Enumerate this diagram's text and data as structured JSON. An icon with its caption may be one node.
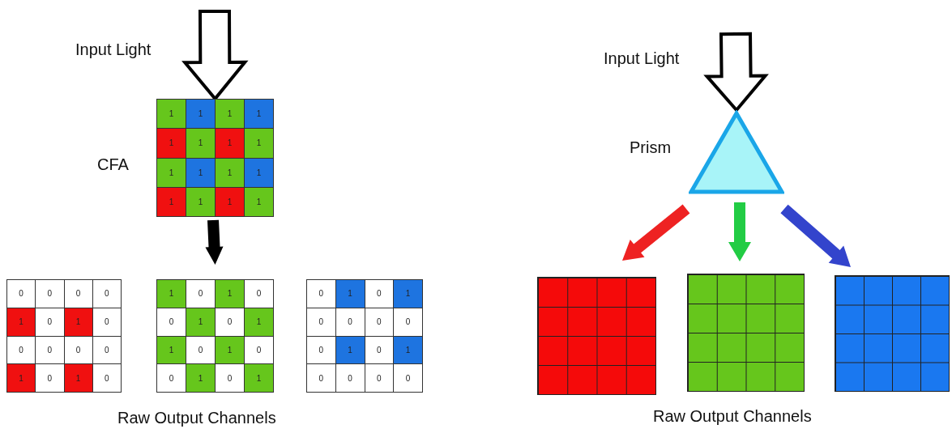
{
  "diagram": {
    "nodes": [
      {
        "text": [
          "1",
          "1",
          "1",
          "1",
          "1",
          "1",
          "1",
          "1",
          "1",
          "1",
          "1",
          "1",
          "1",
          "1",
          "1",
          "1"
        ],
        "beside": [
          "CFA"
        ]
      },
      {
        "text": [
          "0",
          "0",
          "0",
          "0",
          "1",
          "0",
          "1",
          "0",
          "0",
          "0",
          "0",
          "0",
          "1",
          "0",
          "1",
          "0"
        ]
      },
      {
        "text": [
          "1",
          "0",
          "1",
          "0",
          "0",
          "1",
          "0",
          "1",
          "1",
          "0",
          "1",
          "0",
          "0",
          "1",
          "0",
          "1"
        ]
      },
      {
        "text": [
          "0",
          "1",
          "0",
          "1",
          "0",
          "0",
          "0",
          "0",
          "0",
          "1",
          "0",
          "1",
          "0",
          "0",
          "0",
          "0"
        ]
      },
      {
        "text": [],
        "shape": "triangle",
        "beside": [
          "Prism"
        ]
      },
      {
        "text": [],
        "shape": "box"
      },
      {
        "text": [],
        "shape": "box"
      },
      {
        "text": [],
        "shape": "box"
      }
    ],
    "edges": [
      {
        "from": null,
        "to": 0,
        "arrow": "to",
        "style": "thick"
      },
      {
        "from": 0,
        "to": 2,
        "arrow": "to"
      },
      {
        "from": null,
        "to": 4,
        "arrow": "to",
        "style": "thick"
      },
      {
        "from": 4,
        "to": 5,
        "arrow": "to",
        "color": "#ee2222"
      },
      {
        "from": 4,
        "to": 6,
        "arrow": "to",
        "color": "#22cc44"
      },
      {
        "from": 4,
        "to": 7,
        "arrow": "to",
        "color": "#3344cc"
      }
    ],
    "labels": [
      "Input Light",
      "Raw Output Channels",
      "Input Light",
      "Raw Output Channels"
    ]
  }
}
